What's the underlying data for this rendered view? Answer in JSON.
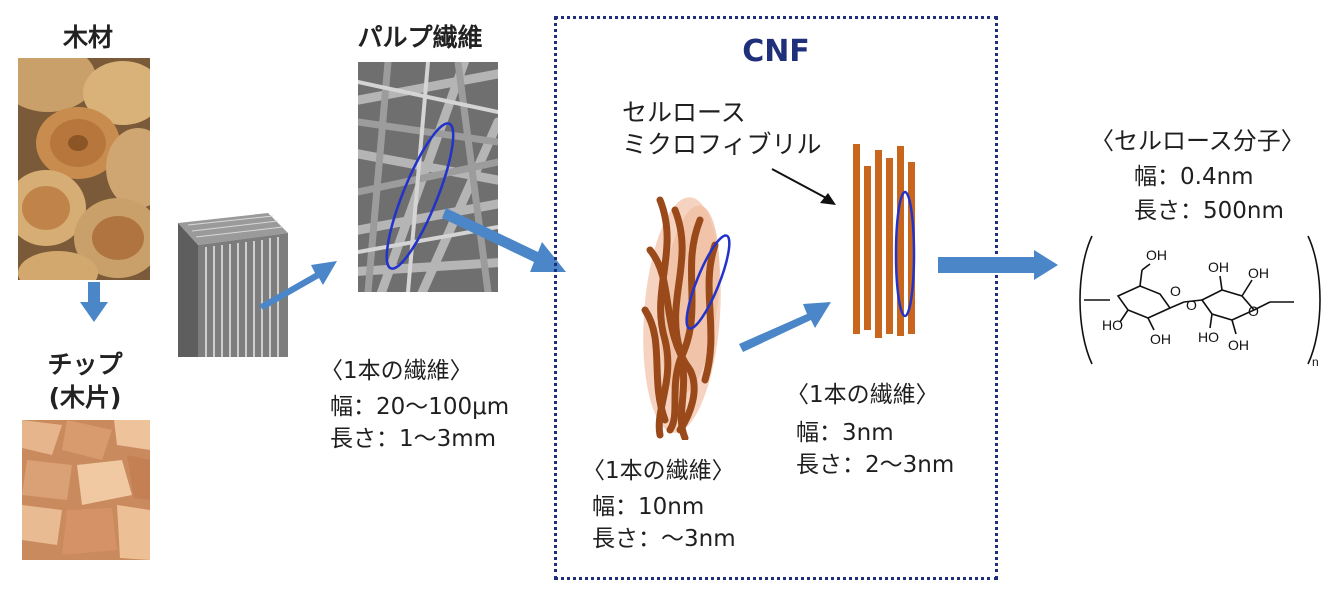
{
  "wood": {
    "label": "木材"
  },
  "chip": {
    "label_line1": "チップ",
    "label_line2": "(木片)"
  },
  "pulp": {
    "label": "パルプ繊維",
    "fiber_title": "〈1本の繊維〉",
    "width": "幅：20〜100μm",
    "length": "長さ：1〜3mm"
  },
  "cnf": {
    "title": "CNF",
    "microfibril_line1": "セルロース",
    "microfibril_line2": "ミクロフィブリル",
    "bundle": {
      "fiber_title": "〈1本の繊維〉",
      "width": "幅：10nm",
      "length": "長さ：〜3nm"
    },
    "fibril": {
      "fiber_title": "〈1本の繊維〉",
      "width": "幅：3nm",
      "length": "長さ：2〜3nm"
    }
  },
  "molecule": {
    "title": "〈セルロース分子〉",
    "width": "幅：0.4nm",
    "length": "長さ：500nm",
    "groups": [
      "OH",
      "O",
      "HO",
      "OH",
      "O",
      "OH",
      "O",
      "OH",
      "HO",
      "OH"
    ],
    "subscript": "n"
  },
  "colors": {
    "arrow": "#4a86c8",
    "cnf_border": "#1f2f7a",
    "fiber": "#c8661e",
    "fiber_dark": "#8a3e12"
  }
}
